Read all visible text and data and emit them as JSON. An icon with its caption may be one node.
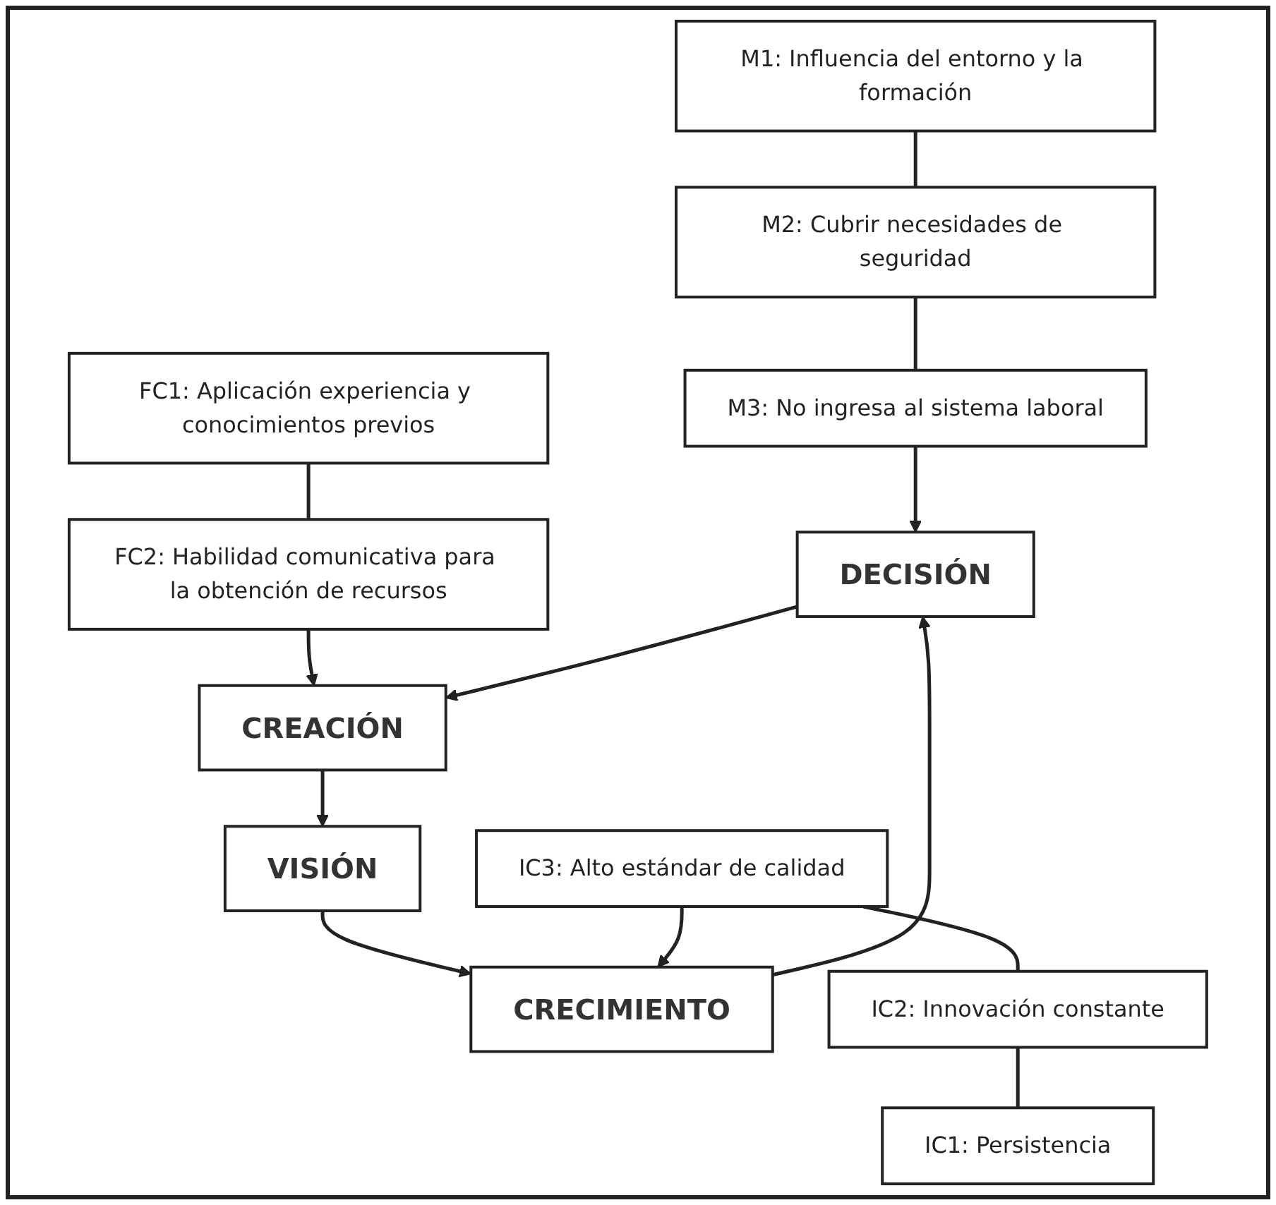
{
  "diagram": {
    "nodes": [
      {
        "text": [
          "M1: Influencia del entorno y la formación"
        ]
      },
      {
        "text": [
          "M2: Cubrir necesidades de seguridad"
        ]
      },
      {
        "text": [
          "M3: No ingresa al sistema laboral"
        ]
      },
      {
        "text": [
          "FC1: Aplicación experiencia y conocimientos previos"
        ]
      },
      {
        "text": [
          "FC2: Habilidad comunicativa para la obtención de recursos"
        ]
      },
      {
        "text": [
          "DECISIÓN"
        ]
      },
      {
        "text": [
          "CREACIÓN"
        ]
      },
      {
        "text": [
          "CRECIMIENTO"
        ]
      },
      {
        "text": [
          "VISIÓN"
        ]
      },
      {
        "text": [
          "IC3: Alto estándar de calidad"
        ]
      },
      {
        "text": [
          "IC2: Innovación constante"
        ]
      },
      {
        "text": [
          "IC1: Persistencia"
        ]
      }
    ],
    "edges": [
      {
        "from": 0,
        "to": 1,
        "arrow": "none"
      },
      {
        "from": 1,
        "to": 2,
        "arrow": "none"
      },
      {
        "from": 2,
        "to": 5,
        "arrow": "to"
      },
      {
        "from": 3,
        "to": 4,
        "arrow": "none"
      },
      {
        "from": 4,
        "to": 6,
        "arrow": "to"
      },
      {
        "from": 5,
        "to": 6,
        "arrow": "to"
      },
      {
        "from": 6,
        "to": 8,
        "arrow": "to"
      },
      {
        "from": 8,
        "to": 7,
        "arrow": "to"
      },
      {
        "from": 7,
        "to": 5,
        "arrow": "to"
      },
      {
        "from": 9,
        "to": 7,
        "arrow": "to"
      },
      {
        "from": 9,
        "to": 10,
        "arrow": "none"
      },
      {
        "from": 10,
        "to": 11,
        "arrow": "none"
      }
    ]
  }
}
